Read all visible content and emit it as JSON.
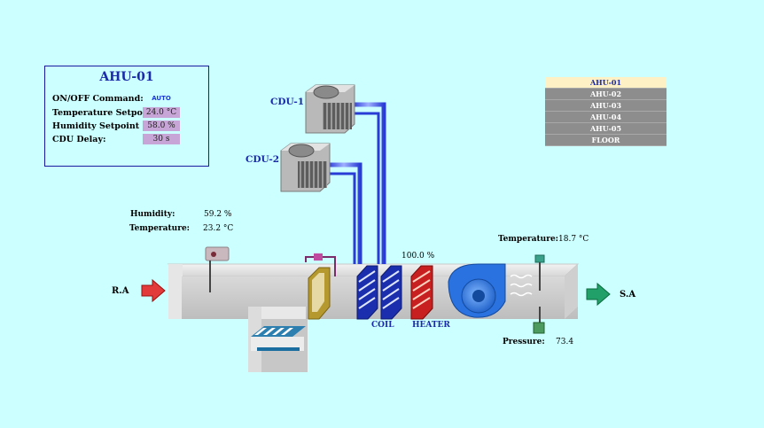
{
  "panel": {
    "title": "AHU-01",
    "onoff_label": "ON/OFF Command:",
    "onoff_value": "AUTO",
    "temp_sp_label": "Temperature Setpoint:",
    "temp_sp_value": "24.0 °C",
    "hum_sp_label": "Humidity Setpoint",
    "hum_sp_value": "58.0 %",
    "cdu_delay_label": "CDU Delay:",
    "cdu_delay_value": "30 s"
  },
  "menu": {
    "items": [
      "AHU-01",
      "AHU-02",
      "AHU-03",
      "AHU-04",
      "AHU-05",
      "FLOOR"
    ],
    "active": "AHU-01"
  },
  "cdu": {
    "cdu1": "CDU-1",
    "cdu2": "CDU-2"
  },
  "return_air": {
    "humidity_label": "Humidity:",
    "humidity_value": "59.2 %",
    "temperature_label": "Temperature:",
    "temperature_value": "23.2 °C",
    "ra_label": "R.A"
  },
  "heater": {
    "output_value": "100.0 %",
    "label": "HEATER"
  },
  "coil": {
    "label": "COIL"
  },
  "supply_air": {
    "temperature_label": "Temperature:",
    "temperature_value": "18.7 °C",
    "pressure_label": "Pressure:",
    "pressure_value": "73.4",
    "sa_label": "S.A"
  },
  "colors": {
    "background": "#ccffff",
    "accent": "#1a2aa8",
    "menu_bg": "#8d8d8d",
    "menu_active": "#fff1c6"
  }
}
